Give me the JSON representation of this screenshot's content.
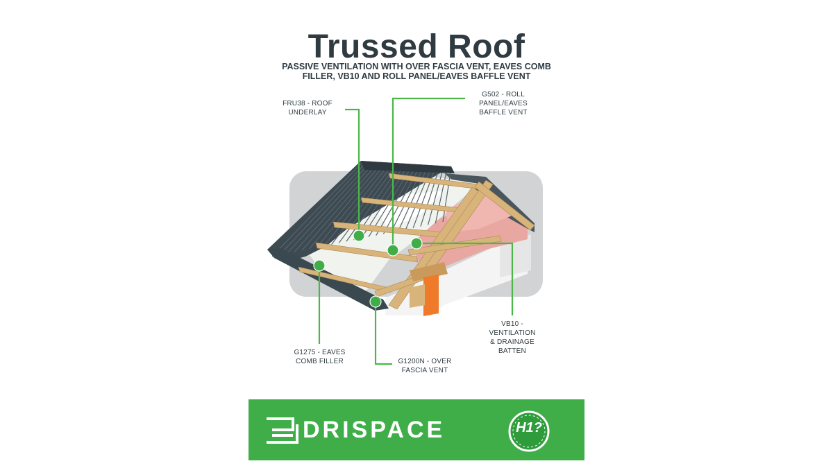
{
  "title": "Trussed Roof",
  "subtitle": "PASSIVE VENTILATION WITH OVER FASCIA VENT, EAVES COMB FILLER, VB10 AND ROLL PANEL/EAVES BAFFLE VENT",
  "labels": {
    "fru38": [
      "FRU38 - ROOF",
      "UNDERLAY"
    ],
    "g502": [
      "G502 - ROLL",
      "PANEL/EAVES",
      "BAFFLE VENT"
    ],
    "vb10": [
      "VB10 -",
      "VENTILATION",
      "& DRAINAGE",
      "BATTEN"
    ],
    "g1275": [
      "G1275 - EAVES",
      "COMB FILLER"
    ],
    "g1200n": [
      "G1200N - OVER",
      "FASCIA VENT"
    ]
  },
  "brand": {
    "name": "DRISPACE",
    "badge": "H1?"
  },
  "colors": {
    "title": "#2f3b41",
    "accent_green": "#3fae49",
    "leader_green": "#4bb749",
    "slate": "#3d4a52",
    "timber": "#d8b47a",
    "insulation": "#e9a7a2",
    "membrane": "#f1f3ef",
    "backdrop": "#d1d3d4",
    "fascia_orange": "#ee7a2a"
  }
}
